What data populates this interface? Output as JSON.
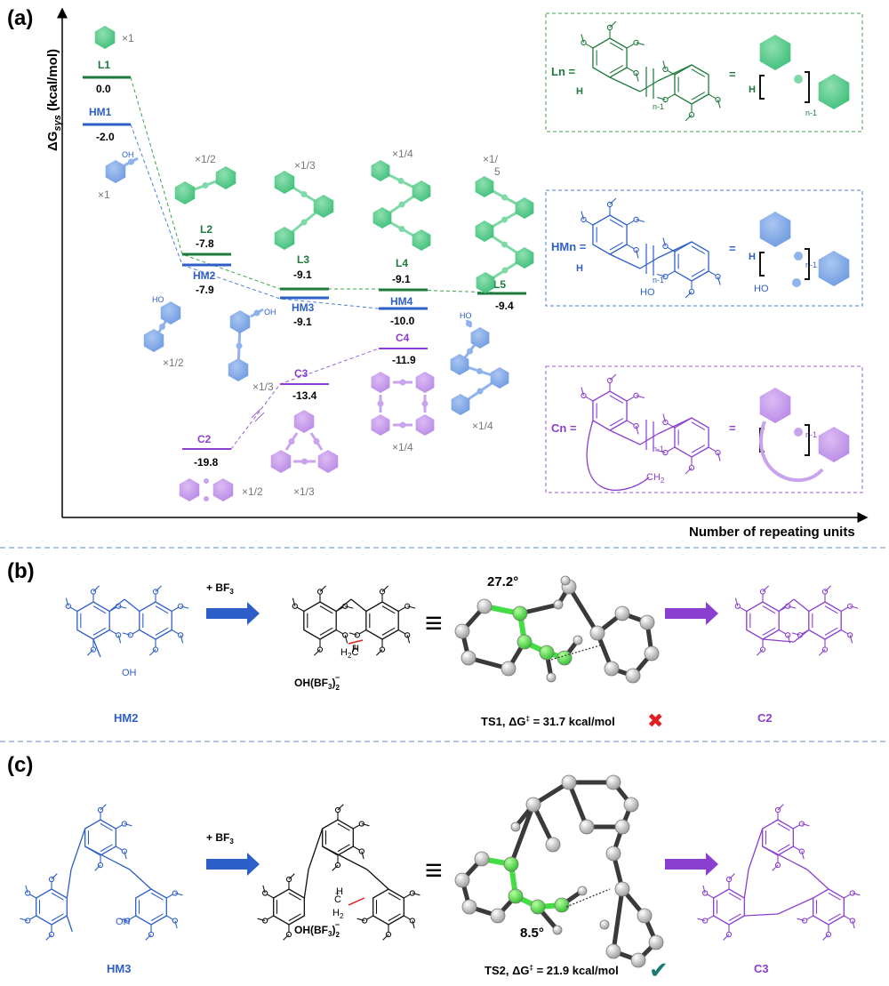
{
  "panel_labels": {
    "a": "(a)",
    "b": "(b)",
    "c": "(c)"
  },
  "colors": {
    "green": "#1e7a3c",
    "blue": "#2e5fc9",
    "purple": "#8a3fd1",
    "gray": "#777777",
    "divider": "#7fa3d8"
  },
  "axis": {
    "y_label_main": "ΔG",
    "y_label_sub": "sys",
    "y_label_unit": " (kcal/mol)",
    "x_label": "Number of repeating units"
  },
  "levels": {
    "L1": {
      "name": "L1",
      "value": "0.0"
    },
    "HM1": {
      "name": "HM1",
      "value": "-2.0"
    },
    "L2": {
      "name": "L2",
      "value": "-7.8"
    },
    "HM2": {
      "name": "HM2",
      "value": "-7.9"
    },
    "L3": {
      "name": "L3",
      "value": "-9.1"
    },
    "HM3": {
      "name": "HM3",
      "value": "-9.1"
    },
    "L4": {
      "name": "L4",
      "value": "-9.1"
    },
    "HM4": {
      "name": "HM4",
      "value": "-10.0"
    },
    "L5": {
      "name": "L5",
      "value": "-9.4"
    },
    "C2": {
      "name": "C2",
      "value": "-19.8"
    },
    "C3": {
      "name": "C3",
      "value": "-13.4"
    },
    "C4": {
      "name": "C4",
      "value": "-11.9"
    }
  },
  "multipliers": {
    "L1": "×1",
    "HM1": "×1",
    "L2": "×1/2",
    "L3": "×1/3",
    "L4": "×1/4",
    "L5_a": "×1/",
    "L5_b": "5",
    "HM2": "×1/2",
    "HM3": "×1/3",
    "HM5": "×1/4",
    "C2": "×1/2",
    "C3": "×1/3",
    "C4": "×1/4"
  },
  "legend": {
    "Ln": {
      "label": "Ln =",
      "eq": "=",
      "h": "H",
      "n1": "n-1"
    },
    "HMn": {
      "label": "HMn =",
      "eq": "=",
      "h": "H",
      "n1": "n-1",
      "ho": "HO"
    },
    "Cn": {
      "label": "Cn =",
      "eq": "=",
      "ch2": "CH",
      "ch2_sub": "2",
      "n1": "n-1"
    }
  },
  "small_labels": {
    "oh": "OH",
    "ho": "HO"
  },
  "panel_b": {
    "reagent": "+ BF",
    "reagent_sub": "3",
    "counter_ion": "OH(BF",
    "counter_ion_sub": "3",
    "counter_ion_end": ")",
    "counter_ion_sub2": "2",
    "counter_ion_sup": "−",
    "equiv": "≡",
    "angle": "27.2°",
    "ts_label": "TS1, ΔG",
    "ts_sup": "‡",
    "ts_value": " = 31.7 kcal/mol",
    "ts_mark": "✖",
    "start": "HM2",
    "product": "C2",
    "oh": "OH",
    "cation": "C",
    "cation_charge": "+",
    "h": "H",
    "h2": "H",
    "h2_sub": "2"
  },
  "panel_c": {
    "reagent": "+ BF",
    "reagent_sub": "3",
    "counter_ion": "OH(BF",
    "counter_ion_sub": "3",
    "counter_ion_end": ")",
    "counter_ion_sub2": "2",
    "counter_ion_sup": "−",
    "equiv": "≡",
    "angle": "8.5°",
    "ts_label": "TS2, ΔG",
    "ts_sup": "‡",
    "ts_value": " = 21.9 kcal/mol",
    "ts_mark": "✔",
    "start": "HM3",
    "product": "C3",
    "oh": "OH",
    "cation": "C",
    "cation_charge": "+",
    "h": "H",
    "h2": "H",
    "h2_sub": "2"
  }
}
